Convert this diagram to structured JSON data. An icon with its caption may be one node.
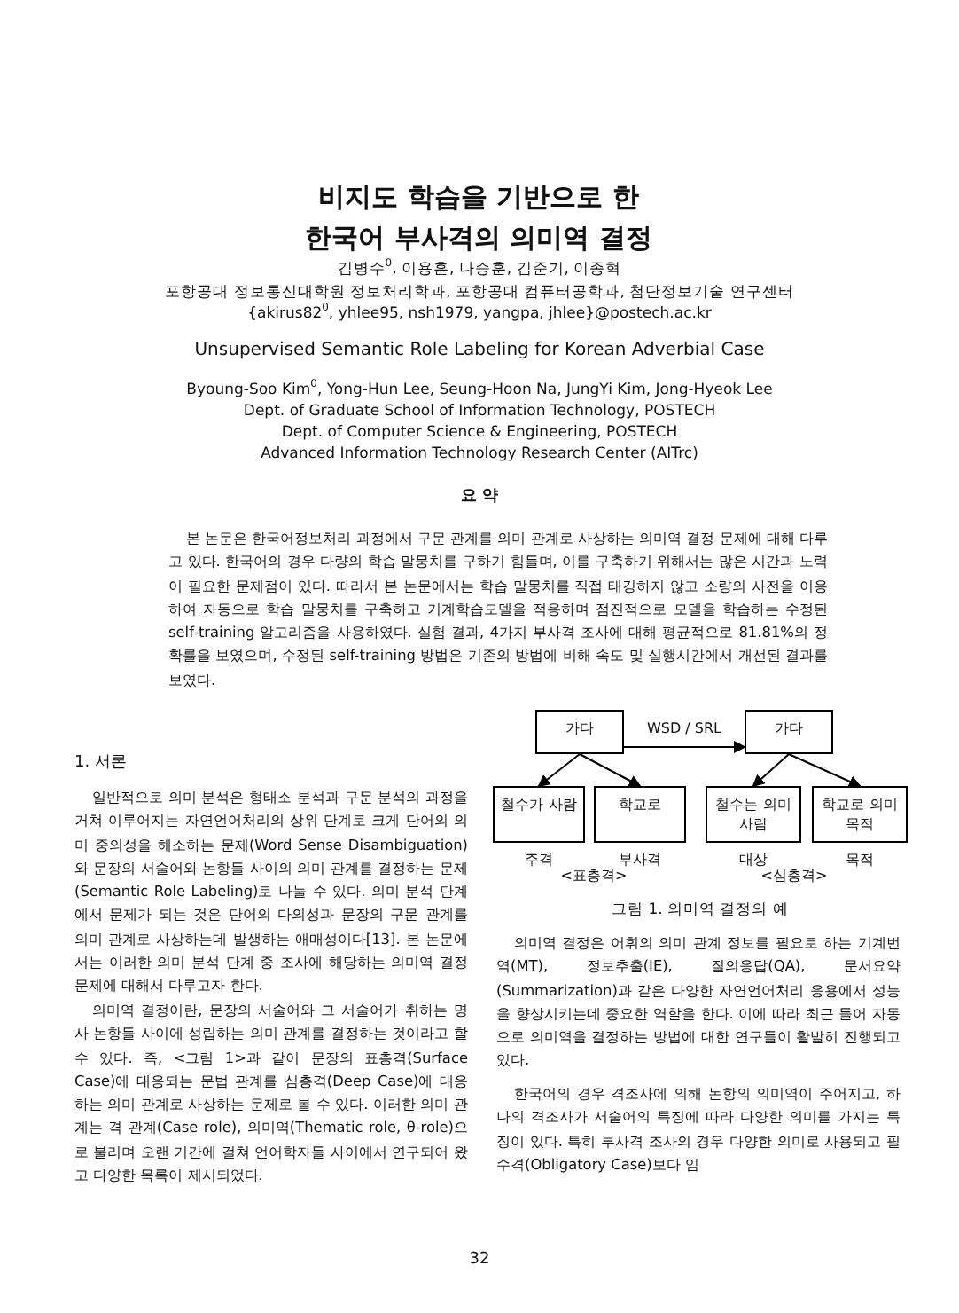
{
  "diagram": {
    "title": "비지도 학습을 기반으로 한 한국어 부사격의 의미역 결정",
    "caption": "그림 1. 의미역 결정의 예",
    "nodes": [
      {
        "text": [
          "가다"
        ]
      },
      {
        "text": [
          "가다"
        ]
      },
      {
        "text": [
          "철수가 사람"
        ],
        "beside": [
          "주격"
        ]
      },
      {
        "text": [
          "학교로"
        ],
        "beside": [
          "부사격"
        ]
      },
      {
        "text": [
          "철수는 의미 사람"
        ],
        "beside": [
          "대상"
        ]
      },
      {
        "text": [
          "학교로 의미 목적"
        ],
        "beside": [
          "목적"
        ]
      }
    ],
    "edges": [
      {
        "from": 0,
        "to": 1,
        "arrow": "to",
        "label": "WSD / SRL"
      },
      {
        "from": 0,
        "to": 2,
        "arrow": "to"
      },
      {
        "from": 0,
        "to": 3,
        "arrow": "to"
      },
      {
        "from": 1,
        "to": 4,
        "arrow": "to"
      },
      {
        "from": 1,
        "to": 5,
        "arrow": "to"
      }
    ],
    "labels": [
      "김병수$^{0}$, 이용훈, 나승훈, 김준기, 이종혁",
      "포항공대 정보통신대학원 정보처리학과, 포항공대 컴퓨터공학과, 첨단정보기술 연구센터",
      "{akirus82$^{0}$, yhlee95, nsh1979, yangpa, jhlee}@postech.ac.kr",
      "Unsupervised Semantic Role Labeling for Korean Adverbial Case",
      "Byoung-Soo Kim$^{0}$, Yong-Hun Lee, Seung-Hoon Na, JungYi Kim, Jong-Hyeok Lee",
      "Dept. of Graduate School of Information Technology, POSTECH",
      "Dept. of Computer Science & Engineering, POSTECH",
      "Advanced Information Technology Research Center (AITrc)",
      "요 약",
      "본 논문은 한국어정보처리 과정에서 구문 관계를 의미 관계로 사상하는 의미역 결정 문제에 대해 다루고 있다. 한국어의 경우 다량의 학습 말뭉치를 구하기 힘들며, 이를 구축하기 위해서는 많은 시간과 노력이 필요한 문제점이 있다. 따라서 본 논문에서는 학습 말뭉치를 직접 태깅하지 않고 소량의 사전을 이용하여 자동으로 학습 말뭉치를 구축하고 기계학습모델을 적용하며 점진적으로 모델을 학습하는 수정된 self-training 알고리즘을 사용하였다. 실험 결과, 4가지 부사격 조사에 대해 평균적으로 81.81%의 정확률을 보였으며, 수정된 self-training 방법은 기존의 방법에 비해 속도 및 실행시간에서 개선된 결과를 보였다.",
      "1. 서론",
      "일반적으로 의미 분석은 형태소 분석과 구문 분석의 과정을 거쳐 이루어지는 자연언어처리의 상위 단계로 크게 단어의 의미 중의성을 해소하는 문제(Word Sense Disambiguation)와 문장의 서술어와 논항들 사이의 의미 관계를 결정하는 문제(Semantic Role Labeling)로 나눌 수 있다. 의미 분석 단계에서 문제가 되는 것은 단어의 다의성과 문장의 구문 관계를 의미 관계로 사상하는데 발생하는 애매성이다[13]. 본 논문에서는 이러한 의미 분석 단계 중 조사에 해당하는 의미역 결정 문제에 대해서 다루고자 한다.",
      "의미역 결정이란, 문장의 서술어와 그 서술어가 취하는 명사 논항들 사이에 성립하는 의미 관계를 결정하는 것이라고 할 수 있다. 즉, <그림 1>과 같이 문장의 표층격(Surface Case)에 대응되는 문법 관계를 심층격(Deep Case)에 대응하는 의미 관계로 사상하는 문제로 볼 수 있다. 이러한 의미 관계는 격 관계(Case role), 의미역(Thematic role, θ-role)으로 불리며 오랜 기간에 걸쳐 언어학자들 사이에서 연구되어 왔고 다양한 목록이 제시되었다.",
      "의미역 결정은 어휘의 의미 관계 정보를 필요로 하는 기계번역(MT), 정보추출(IE), 질의응답(QA), 문서요약(Summarization)과 같은 다양한 자연언어처리 응용에서 성능을 향상시키는데 중요한 역할을 한다. 이에 따라 최근 들어 자동으로 의미역을 결정하는 방법에 대한 연구들이 활발히 진행되고 있다.",
      "한국어의 경우 격조사에 의해 논항의 의미역이 주어지고, 하나의 격조사가 서술어의 특징에 따라 다양한 의미를 가지는 특징이 있다. 특히 부사격 조사의 경우 다양한 의미로 사용되고 필수격(Obligatory Case)보다 임",
      "<표층격>",
      "<심층격>",
      "32"
    ]
  }
}
